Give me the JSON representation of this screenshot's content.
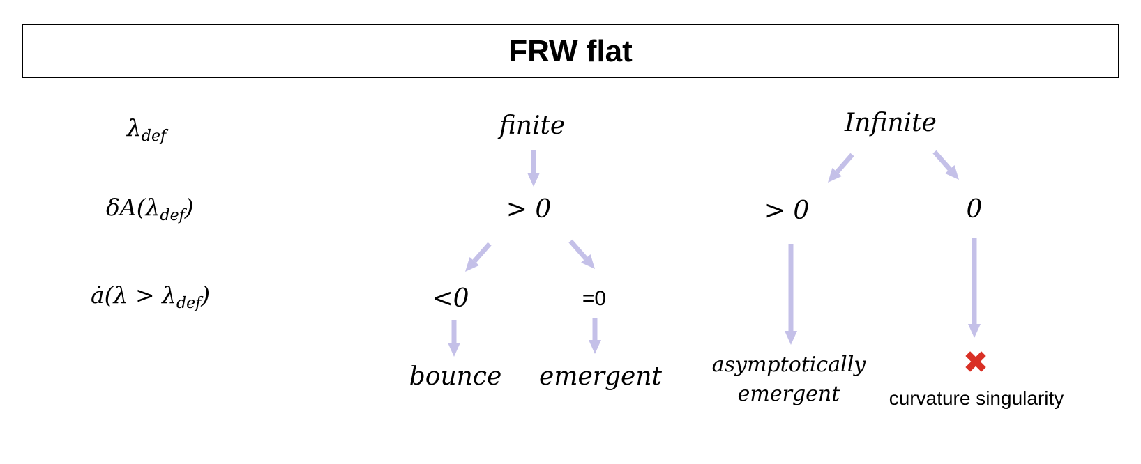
{
  "title": "FRW flat",
  "row_labels": {
    "row1": {
      "symbol": "λ",
      "sub": "def"
    },
    "row2": {
      "prefix": "δA(λ",
      "sub": "def",
      "suffix": ")"
    },
    "row3": {
      "prefix": "ȧ(λ > λ",
      "sub": "def",
      "suffix": ")"
    }
  },
  "nodes": {
    "finite": "finite",
    "infinite": "Infinite",
    "finite_gt0": "> 0",
    "infinite_gt0": "> 0",
    "infinite_zero": "0",
    "lt0": "<0",
    "eq0": "=0",
    "bounce": "bounce",
    "emergent": "emergent",
    "asymptotic_line1": "asymptotically",
    "asymptotic_line2": "emergent",
    "cross_symbol": "✖",
    "curvature": "curvature singularity"
  },
  "colors": {
    "arrow": "#c4c0e8",
    "cross": "#d93025",
    "border": "#000000"
  }
}
